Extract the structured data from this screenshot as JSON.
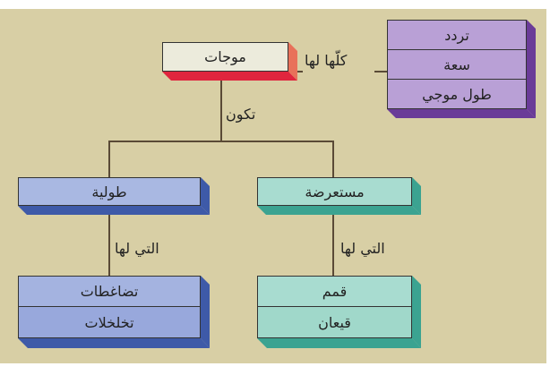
{
  "colors": {
    "background": "#d8cfa5",
    "waves": "#e0253e",
    "properties": "#6a3b98",
    "longitudinal": "#3e5aa8",
    "transverse": "#3ba391"
  },
  "root": {
    "label": "موجات"
  },
  "links": {
    "all_have": "كلّها لها",
    "consist_of": "تكون",
    "which_have_left": "التي لها",
    "which_have_right": "التي لها"
  },
  "properties": [
    "تردد",
    "سعة",
    "طول موجي"
  ],
  "longitudinal": {
    "label": "طولية",
    "parts": [
      "تضاغطات",
      "تخلخلات"
    ]
  },
  "transverse": {
    "label": "مستعرضة",
    "parts": [
      "قمم",
      "قيعان"
    ]
  }
}
